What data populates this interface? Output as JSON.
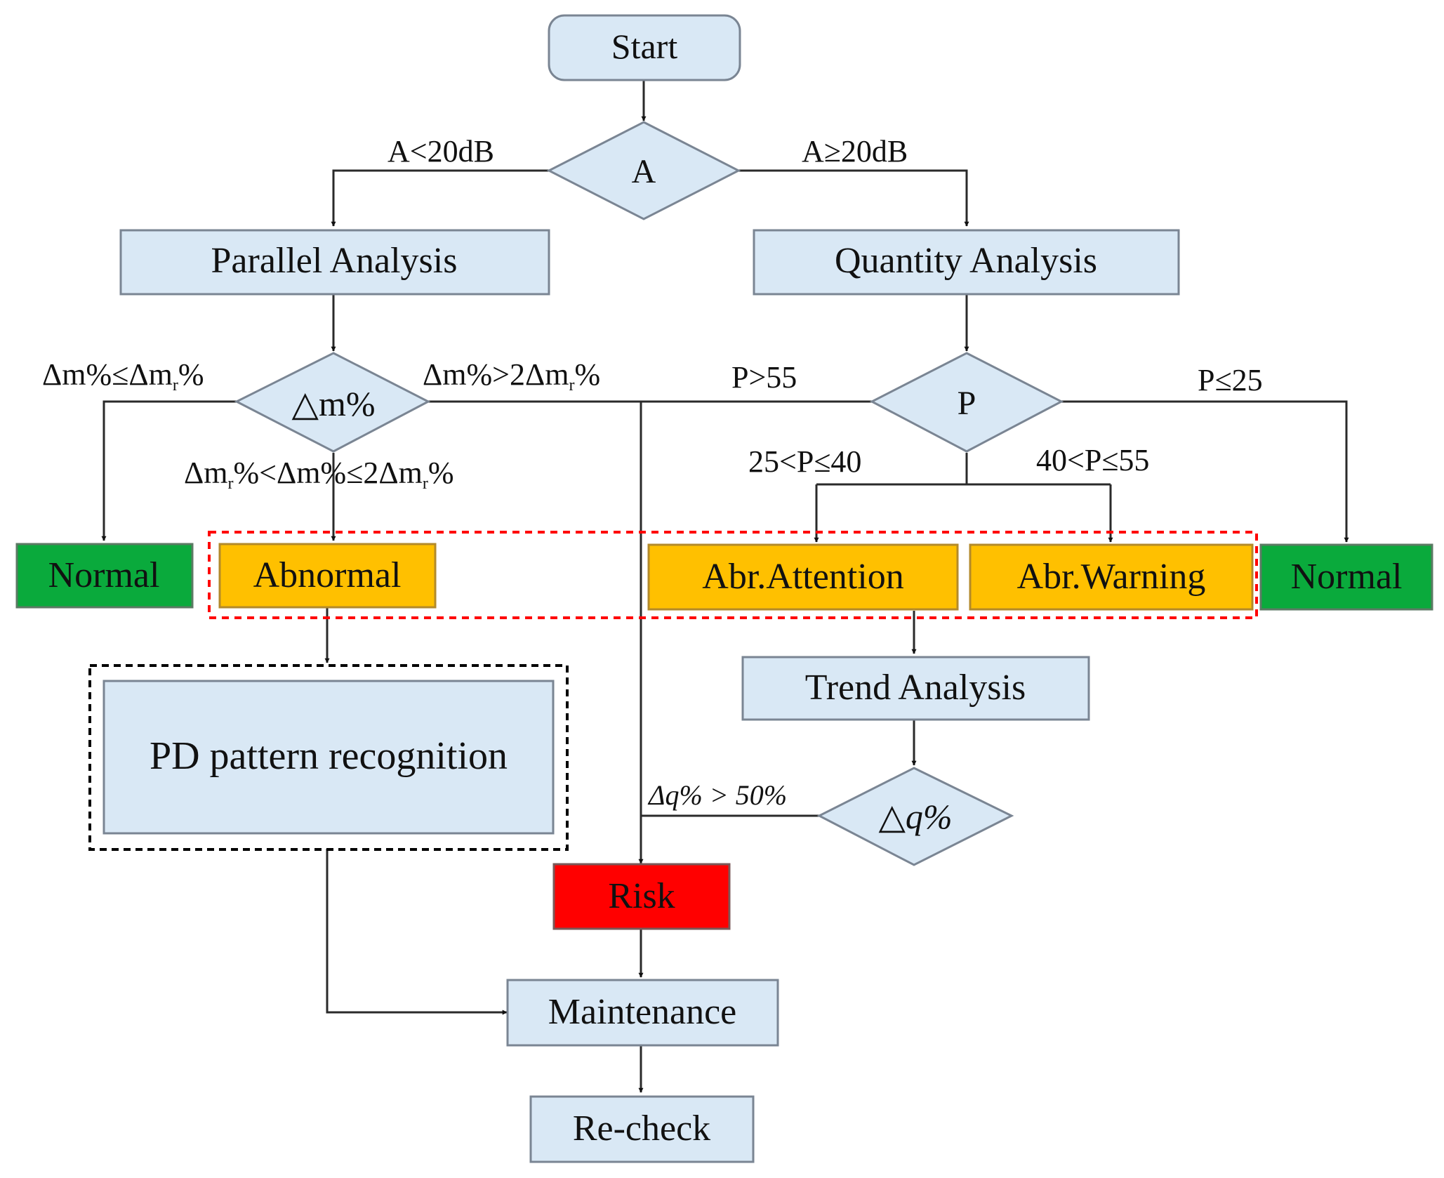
{
  "nodes": {
    "start": "Start",
    "decision_a": "A",
    "parallel_analysis": "Parallel Analysis",
    "quantity_analysis": "Quantity Analysis",
    "decision_dm": "△m%",
    "decision_p": "P",
    "normal_left": "Normal",
    "abnormal": "Abnormal",
    "abr_attention": "Abr.Attention",
    "abr_warning": "Abr.Warning",
    "normal_right": "Normal",
    "trend_analysis": "Trend Analysis",
    "pd_pattern": "PD pattern recognition",
    "decision_dq": "△q%",
    "risk": "Risk",
    "maintenance": "Maintenance",
    "recheck": "Re-check"
  },
  "edges": {
    "a_low": "A<20dB",
    "a_high": "A≥20dB",
    "dm_low": "Δm%≤Δm",
    "dm_low_sub": "r",
    "dm_low_tail": "%",
    "dm_high": "Δm%>2Δm",
    "dm_high_sub": "r",
    "dm_high_tail": "%",
    "dm_mid_a": "Δm",
    "dm_mid_sub1": "r",
    "dm_mid_b": "%<Δm%≤2Δm",
    "dm_mid_sub2": "r",
    "dm_mid_c": "%",
    "p_gt55": "P>55",
    "p_le25": "P≤25",
    "p_25_40": "25<P≤40",
    "p_40_55": "40<P≤55",
    "dq_gt50": "Δq% > 50%"
  },
  "colors": {
    "box_fill": "#d9e8f5",
    "normal_fill": "#0aaa3c",
    "abnormal_fill": "#ffc000",
    "risk_fill": "#ff0000",
    "red_dashed": "#ff0000",
    "black_dashed": "#000000"
  }
}
